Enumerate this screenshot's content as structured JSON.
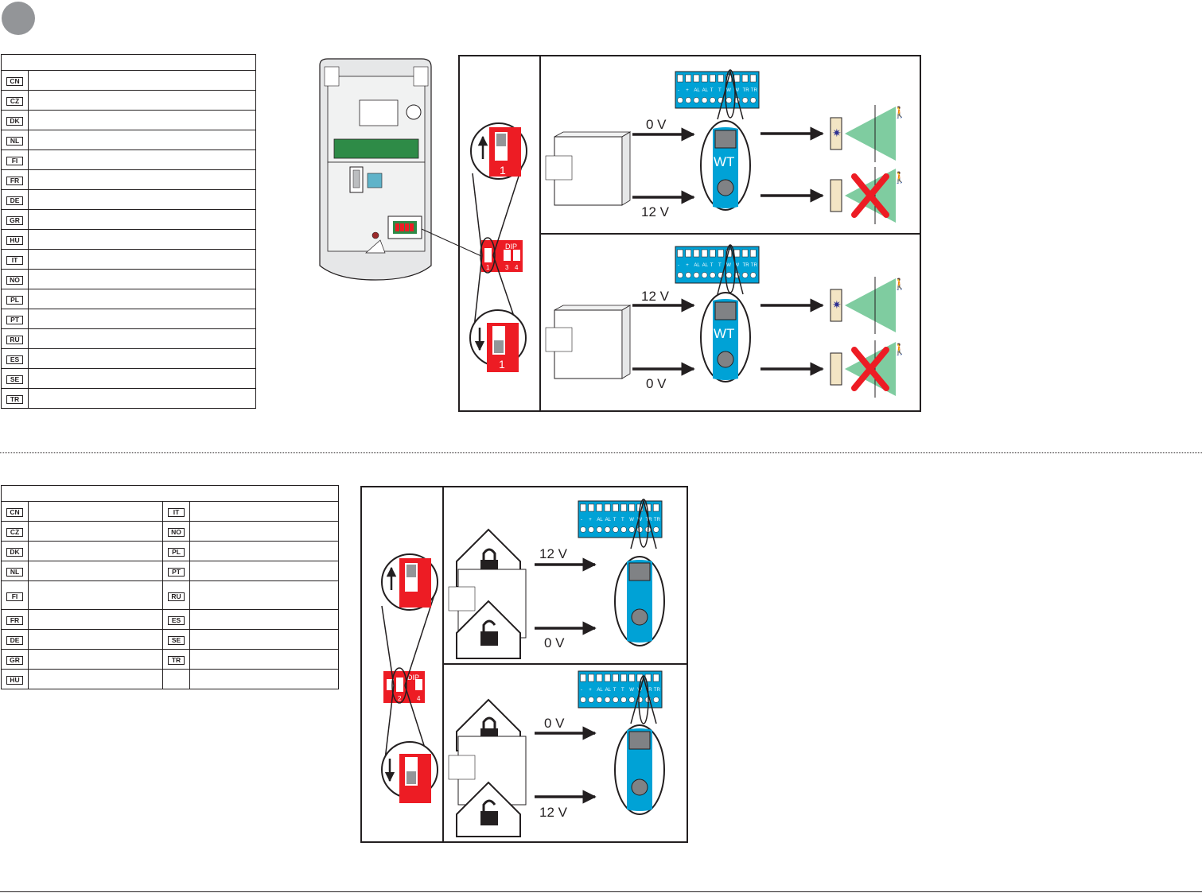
{
  "languages_top": [
    "CN",
    "CZ",
    "DK",
    "NL",
    "FI",
    "FR",
    "DE",
    "GR",
    "HU",
    "IT",
    "NO",
    "PL",
    "PT",
    "RU",
    "ES",
    "SE",
    "TR"
  ],
  "languages_bottom": {
    "left": [
      "CN",
      "CZ",
      "DK",
      "NL",
      "FI",
      "FR",
      "DE",
      "GR",
      "HU"
    ],
    "right": [
      "IT",
      "NO",
      "PL",
      "PT",
      "RU",
      "ES",
      "SE",
      "TR"
    ]
  },
  "diagram1": {
    "upper_v1": "0 V",
    "upper_v2": "12 V",
    "lower_v1": "12 V",
    "lower_v2": "0 V",
    "switch_num": "1",
    "wt_label": "WT",
    "dip_label": "DIP",
    "dip_nums": [
      "1",
      "3",
      "4"
    ]
  },
  "diagram2": {
    "upper_v1": "12 V",
    "upper_v2": "0 V",
    "lower_v1": "0 V",
    "lower_v2": "12 V",
    "dip_label": "DIP",
    "dip_nums": [
      "2",
      "4"
    ]
  },
  "terminal_labels": [
    "-",
    "+",
    "AL",
    "AL",
    "T",
    "T",
    "W",
    "W",
    "TR",
    "TR"
  ],
  "colors": {
    "blue": "#00a2d6",
    "red": "#ed1c24",
    "green": "#7fcca0",
    "grey": "#939598"
  }
}
